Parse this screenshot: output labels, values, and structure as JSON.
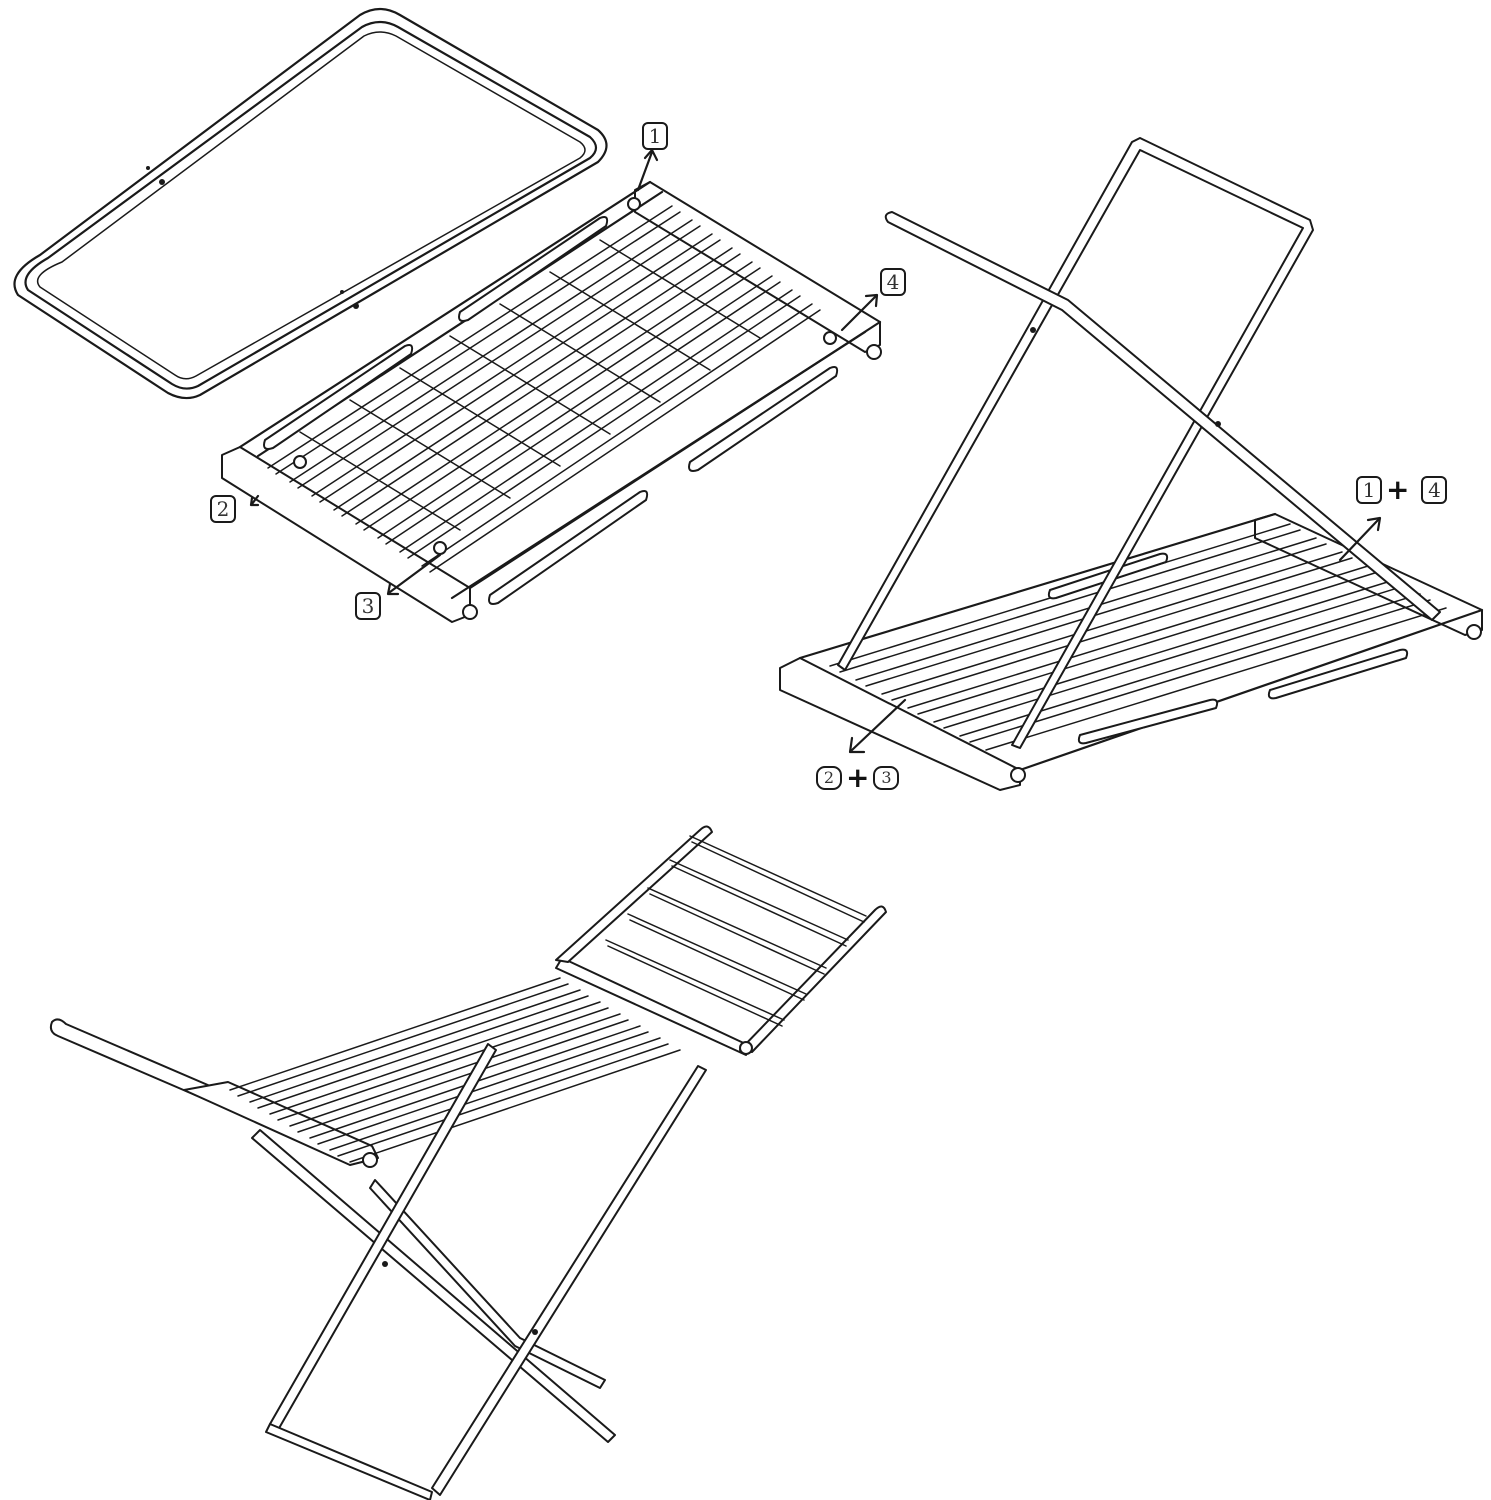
{
  "diagram": {
    "type": "assembly-instructions",
    "subject": "folding clothes drying rack",
    "steps": [
      {
        "id": "step-1",
        "description": "Rectangular tube frame beside flat folded rack with bars",
        "callouts": [
          {
            "id": "c1",
            "label": "1",
            "arrow": "up"
          },
          {
            "id": "c2",
            "label": "2",
            "arrow": "down-left"
          },
          {
            "id": "c3",
            "label": "3",
            "arrow": "down-left"
          },
          {
            "id": "c4",
            "label": "4",
            "arrow": "up-right"
          }
        ]
      },
      {
        "id": "step-2",
        "description": "X-frame legs attached to rack base",
        "callouts": [
          {
            "id": "c14",
            "parts": [
              "1",
              "4"
            ],
            "joiner": "+"
          },
          {
            "id": "c23",
            "parts": [
              "2",
              "3"
            ],
            "joiner": "+"
          }
        ]
      },
      {
        "id": "step-3",
        "description": "Fully unfolded drying rack with raised wings on X-frame legs",
        "callouts": []
      }
    ]
  }
}
